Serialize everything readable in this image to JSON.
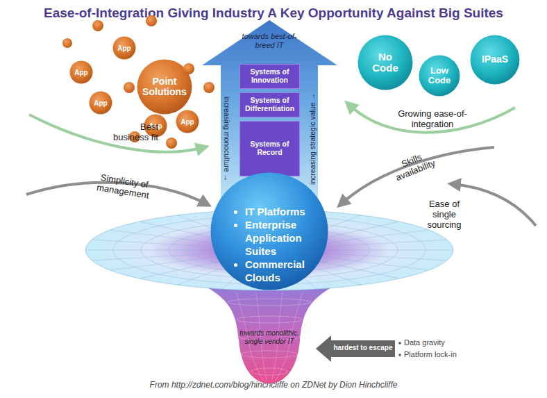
{
  "diagram": {
    "title": "Ease-of-Integration Giving Industry A Key Opportunity Against Big Suites",
    "caption": "From http://zdnet.com/blog/hinchcliffe on ZDNet by Dion Hinchcliffe",
    "nodes": [
      {
        "text": [
          "Point Solutions"
        ]
      },
      {
        "text": [
          "App"
        ]
      },
      {
        "text": [
          "App"
        ]
      },
      {
        "text": [
          "App"
        ]
      },
      {
        "text": [
          "App"
        ]
      },
      {
        "text": [
          "App"
        ]
      },
      {
        "text": [
          "No Code"
        ]
      },
      {
        "text": [
          "Low Code"
        ]
      },
      {
        "text": [
          "IPaaS"
        ]
      },
      {
        "text": [
          "towards best-of-breed IT",
          "increasing monoculture →",
          "increasing strategic value →"
        ]
      },
      {
        "text": [
          "Systems of Innovation"
        ],
        "in": 9
      },
      {
        "text": [
          "Systems of Differentiation"
        ],
        "in": 9
      },
      {
        "text": [
          "Systems of Record"
        ],
        "in": 9
      },
      {
        "text": [
          "IT Platforms",
          "Enterprise Application Suites",
          "Commercial Clouds"
        ]
      },
      {
        "text": [
          "towards monolithic, single vendor IT"
        ]
      },
      {
        "text": [
          "hardest to escape"
        ]
      }
    ],
    "labels": [
      "Best business fit",
      "Simplicity of management",
      "Growing ease-of-integration",
      "Skills availability",
      "Ease of single sourcing",
      "Data gravity",
      "Platform lock-in"
    ]
  }
}
